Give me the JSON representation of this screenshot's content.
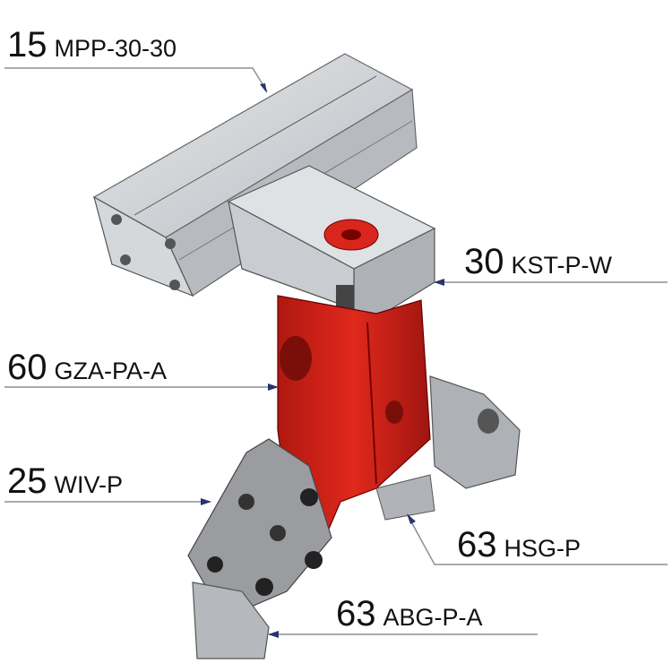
{
  "callouts": [
    {
      "qty": "15",
      "code": "MPP-30-30"
    },
    {
      "qty": "30",
      "code": "KST-P-W"
    },
    {
      "qty": "60",
      "code": "GZA-PA-A"
    },
    {
      "qty": "25",
      "code": "WIV-P"
    },
    {
      "qty": "63",
      "code": "HSG-P"
    },
    {
      "qty": "63",
      "code": "ABG-P-A"
    }
  ],
  "colors": {
    "profile": "#c8cbcf",
    "clamp": "#d8261c",
    "parts": "#9a9ca0",
    "leader": "#8a8f99",
    "arrow": "#2a3270"
  }
}
